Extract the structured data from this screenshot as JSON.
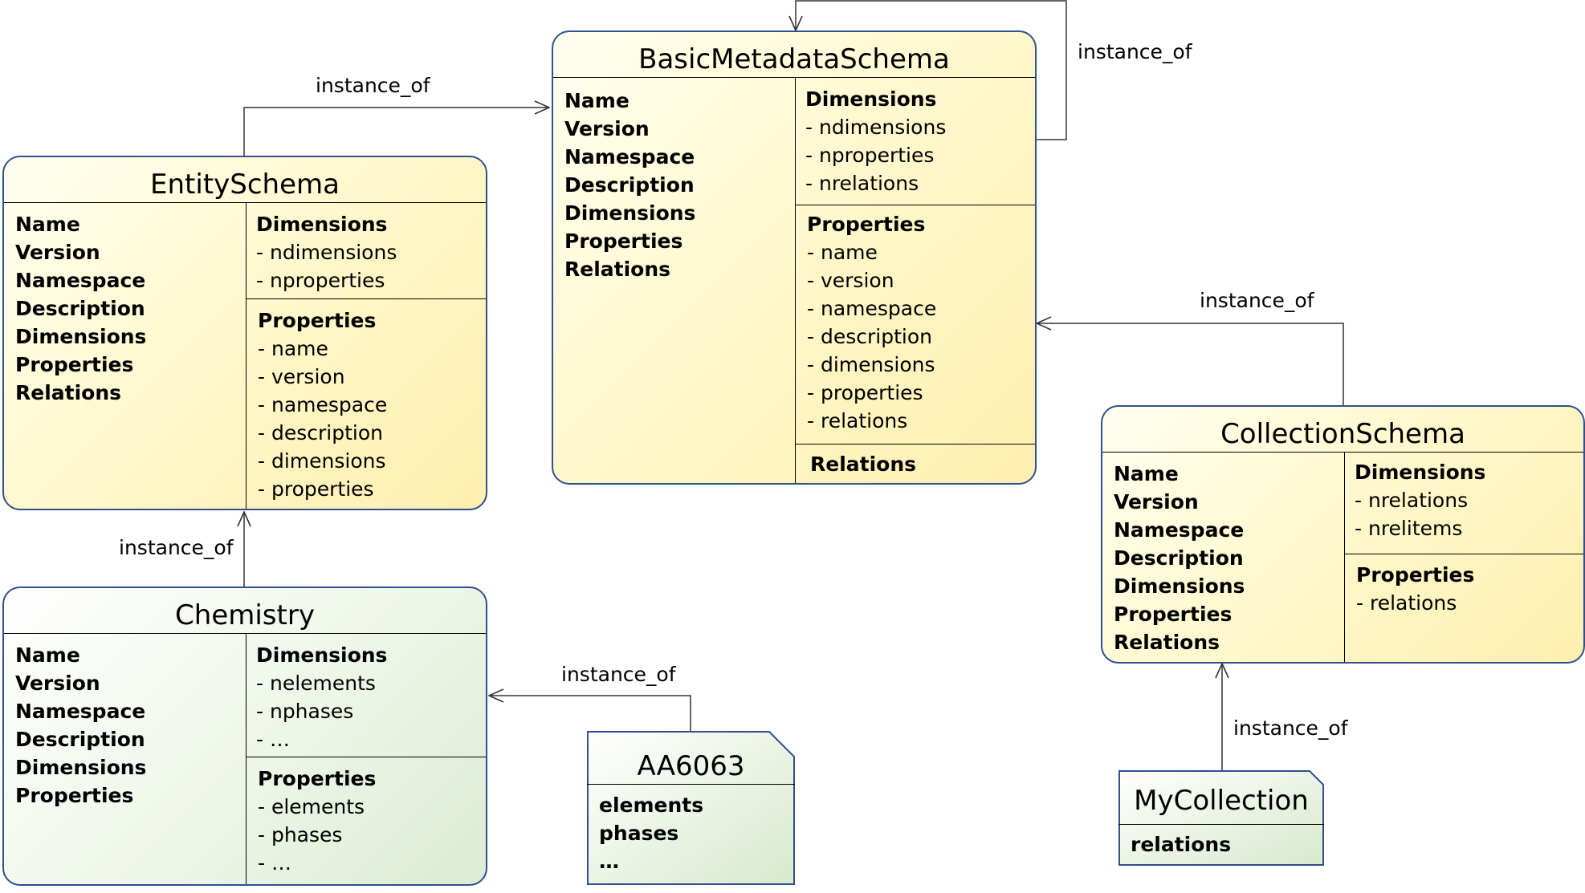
{
  "edge_label": "instance_of",
  "basic": {
    "title": "BasicMetadataSchema",
    "fields": [
      "Name",
      "Version",
      "Namespace",
      "Description",
      "Dimensions",
      "Properties",
      "Relations"
    ],
    "dim_header": "Dimensions",
    "dims": [
      "- ndimensions",
      "- nproperties",
      "- nrelations"
    ],
    "prop_header": "Properties",
    "props": [
      "- name",
      "- version",
      "- namespace",
      "- description",
      "- dimensions",
      "- properties",
      "- relations"
    ],
    "rel_header": "Relations"
  },
  "entity": {
    "title": "EntitySchema",
    "fields": [
      "Name",
      "Version",
      "Namespace",
      "Description",
      "Dimensions",
      "Properties",
      "Relations"
    ],
    "dim_header": "Dimensions",
    "dims": [
      "- ndimensions",
      "- nproperties"
    ],
    "prop_header": "Properties",
    "props": [
      "- name",
      "- version",
      "- namespace",
      "- description",
      "- dimensions",
      "- properties"
    ]
  },
  "chemistry": {
    "title": "Chemistry",
    "fields": [
      "Name",
      "Version",
      "Namespace",
      "Description",
      "Dimensions",
      "Properties"
    ],
    "dim_header": "Dimensions",
    "dims": [
      "- nelements",
      "- nphases",
      "- …"
    ],
    "prop_header": "Properties",
    "props": [
      "- elements",
      "- phases",
      "- …"
    ]
  },
  "collection": {
    "title": "CollectionSchema",
    "fields": [
      "Name",
      "Version",
      "Namespace",
      "Description",
      "Dimensions",
      "Properties",
      "Relations"
    ],
    "dim_header": "Dimensions",
    "dims": [
      "- nrelations",
      "- nrelitems"
    ],
    "prop_header": "Properties",
    "props": [
      "- relations"
    ]
  },
  "aa6063": {
    "title": "AA6063",
    "items": [
      "elements",
      "phases",
      "…"
    ]
  },
  "mycollection": {
    "title": "MyCollection",
    "items": [
      "relations"
    ]
  },
  "colors": {
    "border": "#2f4f8f",
    "schema_fill": "#fff7c8",
    "instance_fill": "#e6f1df",
    "line": "#333333"
  }
}
